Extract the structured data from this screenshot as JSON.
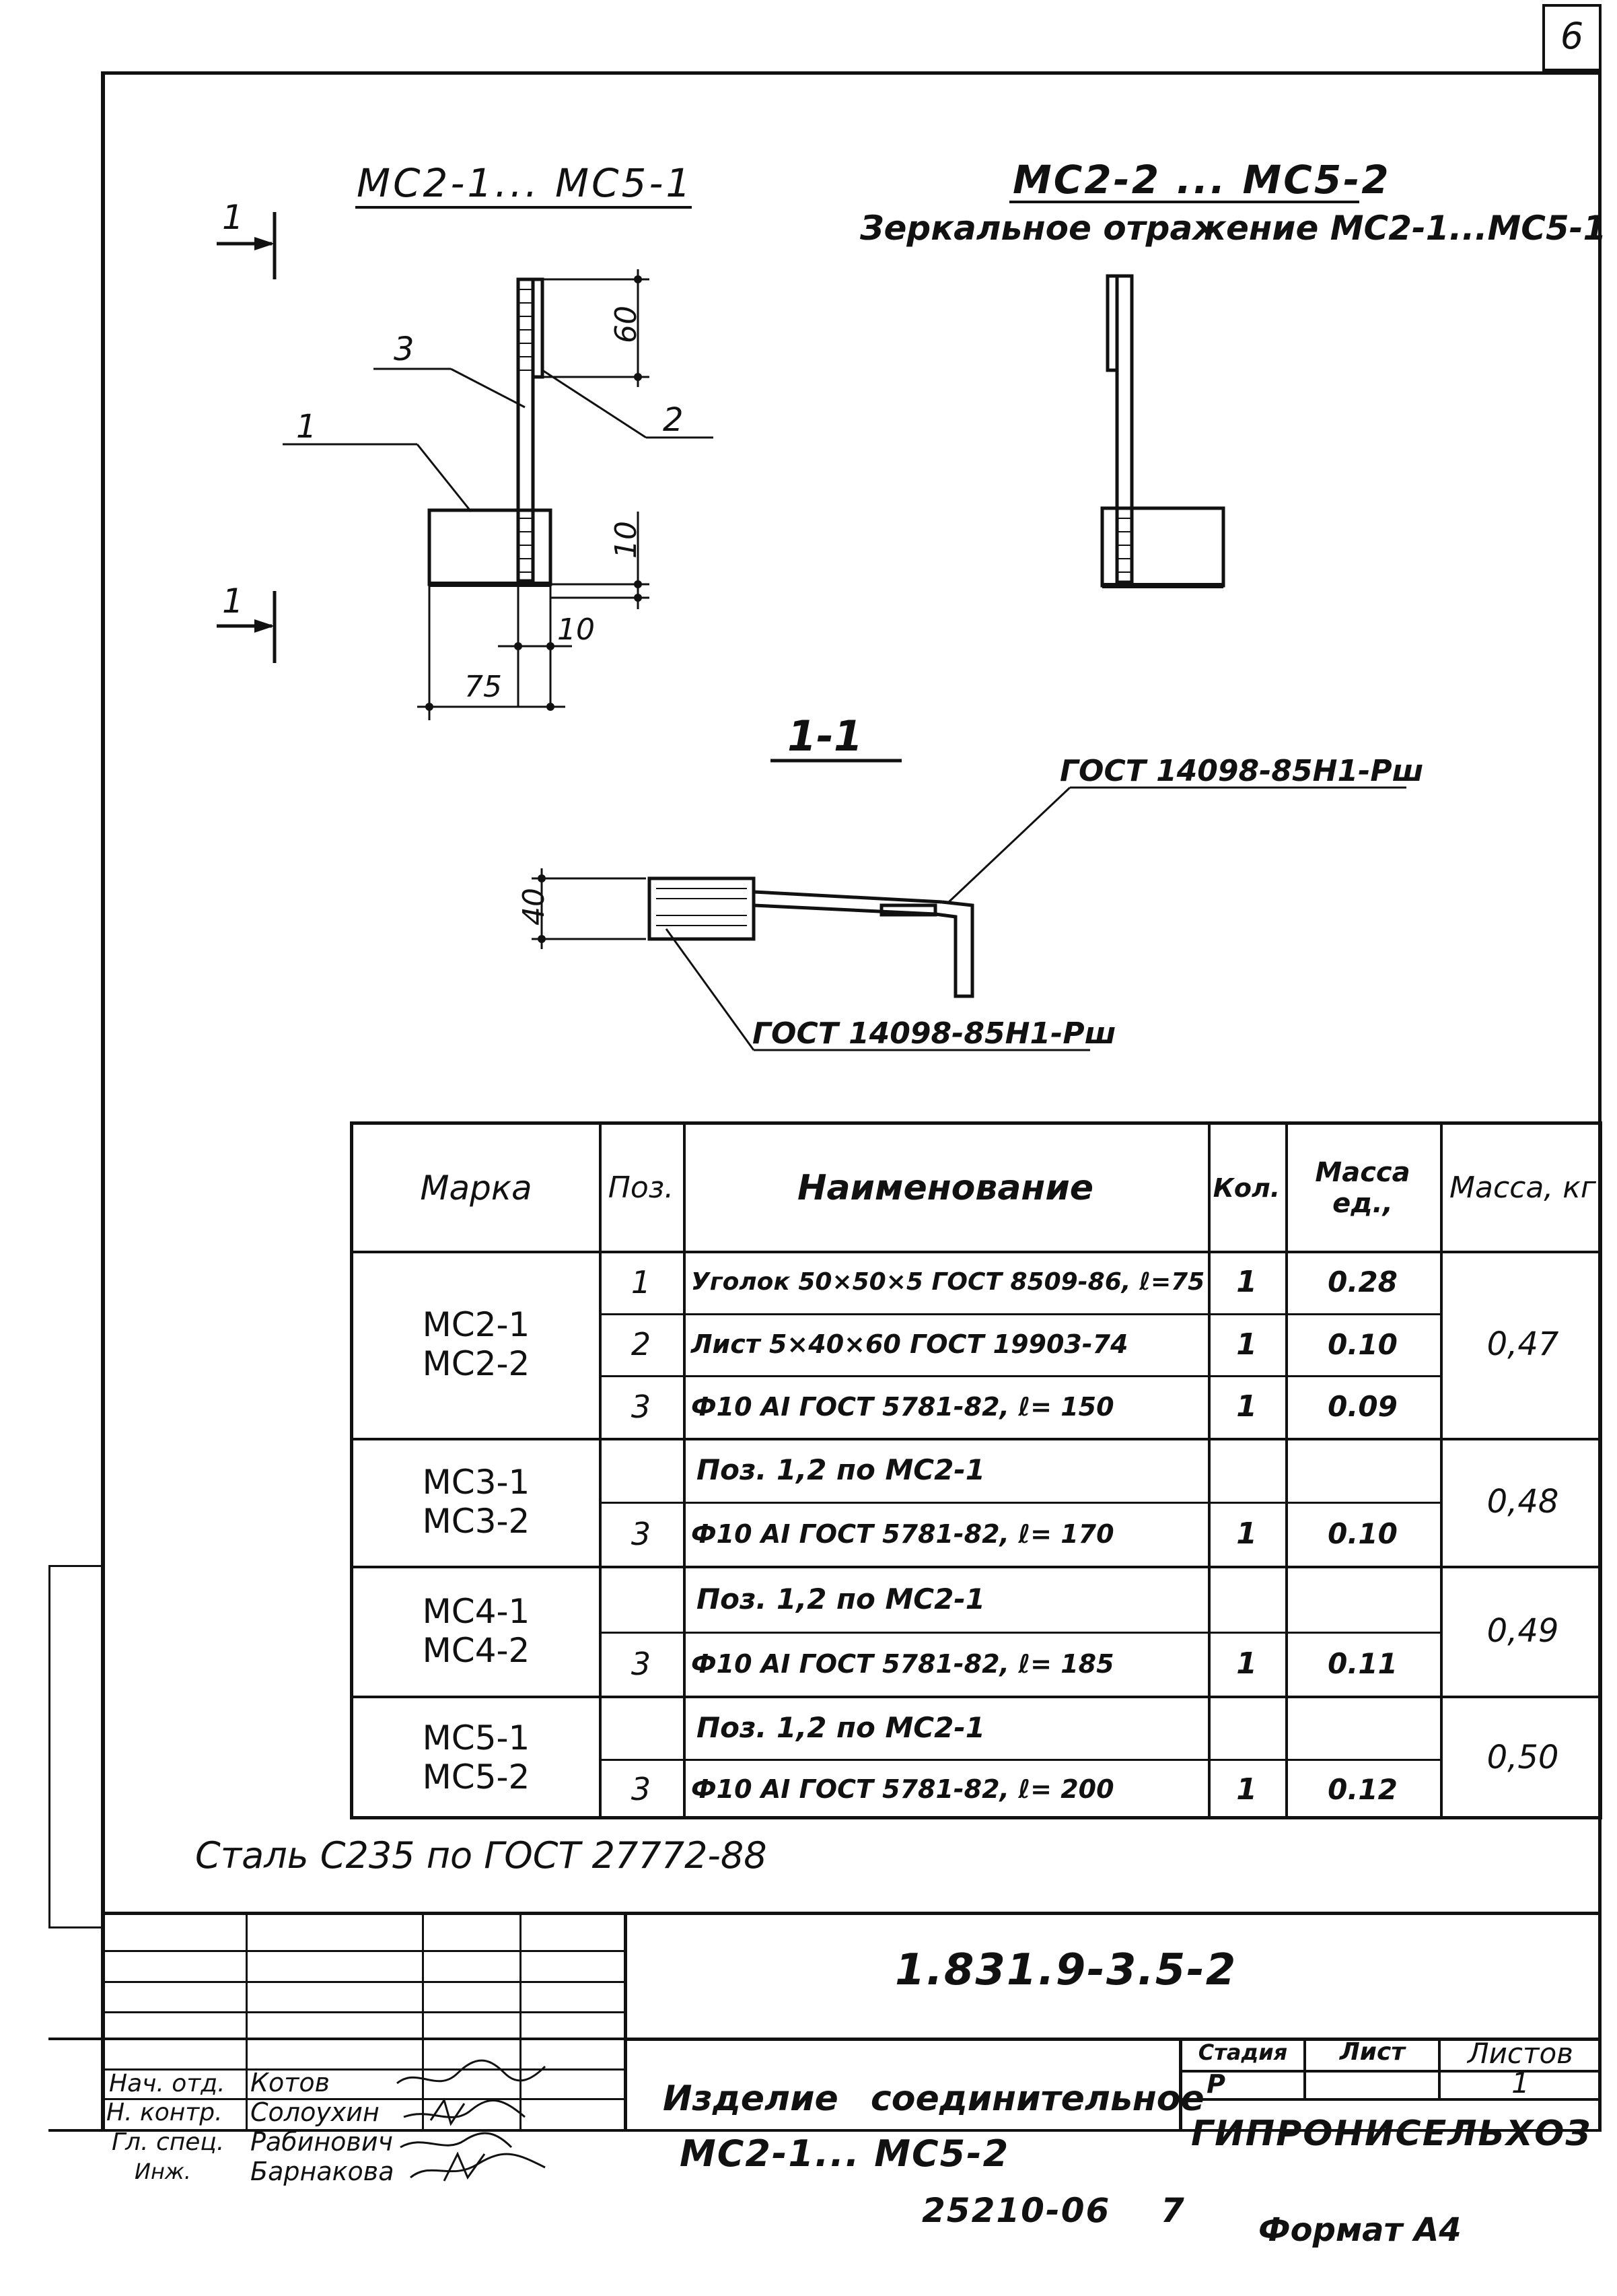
{
  "sheet_number": "6",
  "view_left": {
    "title": "МС2-1... МС5-1"
  },
  "view_right": {
    "title": "МС2-2 ... МС5-2",
    "subtitle": "Зеркальное отражение МС2-1...МС5-1"
  },
  "drawing": {
    "section_mark": "1",
    "position_labels": [
      "1",
      "2",
      "3"
    ],
    "dimensions": {
      "top_plate": "60",
      "bottom_offset": "10",
      "width_offset": "10",
      "angle_width": "75",
      "section_height": "40"
    },
    "section_title": "1-1",
    "weld_note_top": "ГОСТ 14098-85Н1-Рш",
    "weld_note_bottom": "ГОСТ 14098-85Н1-Рш"
  },
  "spec_table": {
    "headers": {
      "marka": "Марка",
      "poz": "Поз.",
      "name": "Наименование",
      "kol": "Кол.",
      "mass_unit": "Масса ед.,",
      "mass_total": "Масса, кг"
    },
    "groups": [
      {
        "marks": [
          "МС2-1",
          "МС2-2"
        ],
        "total": "0,47",
        "rows": [
          {
            "poz": "1",
            "name": "Уголок 50×50×5 ГОСТ 8509-86, ℓ=75",
            "kol": "1",
            "mass": "0.28"
          },
          {
            "poz": "2",
            "name": "Лист 5×40×60 ГОСТ 19903-74",
            "kol": "1",
            "mass": "0.10"
          },
          {
            "poz": "3",
            "name": "Ф10 АI ГОСТ 5781-82, ℓ= 150",
            "kol": "1",
            "mass": "0.09"
          }
        ]
      },
      {
        "marks": [
          "МС3-1",
          "МС3-2"
        ],
        "total": "0,48",
        "rows": [
          {
            "poz": "",
            "name": "Поз. 1,2 по МС2-1",
            "kol": "",
            "mass": ""
          },
          {
            "poz": "3",
            "name": "Ф10 АI ГОСТ 5781-82, ℓ= 170",
            "kol": "1",
            "mass": "0.10"
          }
        ]
      },
      {
        "marks": [
          "МС4-1",
          "МС4-2"
        ],
        "total": "0,49",
        "rows": [
          {
            "poz": "",
            "name": "Поз. 1,2 по МС2-1",
            "kol": "",
            "mass": ""
          },
          {
            "poz": "3",
            "name": "Ф10 АI ГОСТ 5781-82, ℓ= 185",
            "kol": "1",
            "mass": "0.11"
          }
        ]
      },
      {
        "marks": [
          "МС5-1",
          "МС5-2"
        ],
        "total": "0,50",
        "rows": [
          {
            "poz": "",
            "name": "Поз. 1,2 по МС2-1",
            "kol": "",
            "mass": ""
          },
          {
            "poz": "3",
            "name": "Ф10 АI ГОСТ 5781-82, ℓ= 200",
            "kol": "1",
            "mass": "0.12"
          }
        ]
      }
    ]
  },
  "steel_note": "Сталь С235 по ГОСТ 27772-88",
  "title_block": {
    "doc_code": "1.831.9-3.5-2",
    "item_name_line1": "Изделие соединительное",
    "item_name_line2": "МС2-1... МС5-2",
    "stage_header": "Стадия",
    "sheet_header": "Лист",
    "sheets_header": "Листов",
    "stage": "Р",
    "sheet": "",
    "sheets": "1",
    "organization": "ГИПРОНИСЕЛЬХОЗ",
    "signatures": [
      {
        "role": "Нач. отд.",
        "name": "Котов"
      },
      {
        "role": "Н. контр.",
        "name": "Солоухин"
      },
      {
        "role": "Гл. спец.",
        "name": "Рабинович"
      },
      {
        "role": "Инж.",
        "name": "Барнакова"
      }
    ]
  },
  "footer": {
    "inventory": "25210-06",
    "page": "7",
    "format": "Формат А4"
  }
}
